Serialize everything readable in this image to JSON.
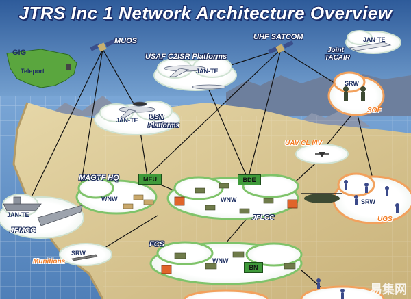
{
  "title": "JTRS Inc 1 Network Architecture Overview",
  "labels": {
    "gig": "GIG",
    "teleport": "Teleport",
    "muos": "MUOS",
    "usaf": "USAF C2ISR Platforms",
    "uhf_satcom": "UHF SATCOM",
    "jan_te": "JAN-TE",
    "joint": "Joint",
    "tacair": "TACAIR",
    "srw": "SRW",
    "sof": "SOF",
    "usn": "USN",
    "platforms": "Platforms",
    "uav": "UAV CL I/IV",
    "magtf_hq": "MAGTF HQ",
    "wnw": "WNW",
    "jflcc": "JFLCC",
    "ugs": "UGS",
    "jfmcc": "JFMCC",
    "munitions": "Munitions",
    "fcs": "FCS"
  },
  "nodes": {
    "meu": "MEU",
    "bde": "BDE",
    "bn": "BN"
  },
  "watermark": "易集网",
  "colors": {
    "ocean": "#6f9fcf",
    "land": "#d9c79a",
    "cloud": "#ffffff",
    "cloud_edge_green": "#7fc36a",
    "cloud_edge_orange": "#f2a15d",
    "node_green": "#3f9a3a",
    "title_blue": "#1b2f6b"
  }
}
